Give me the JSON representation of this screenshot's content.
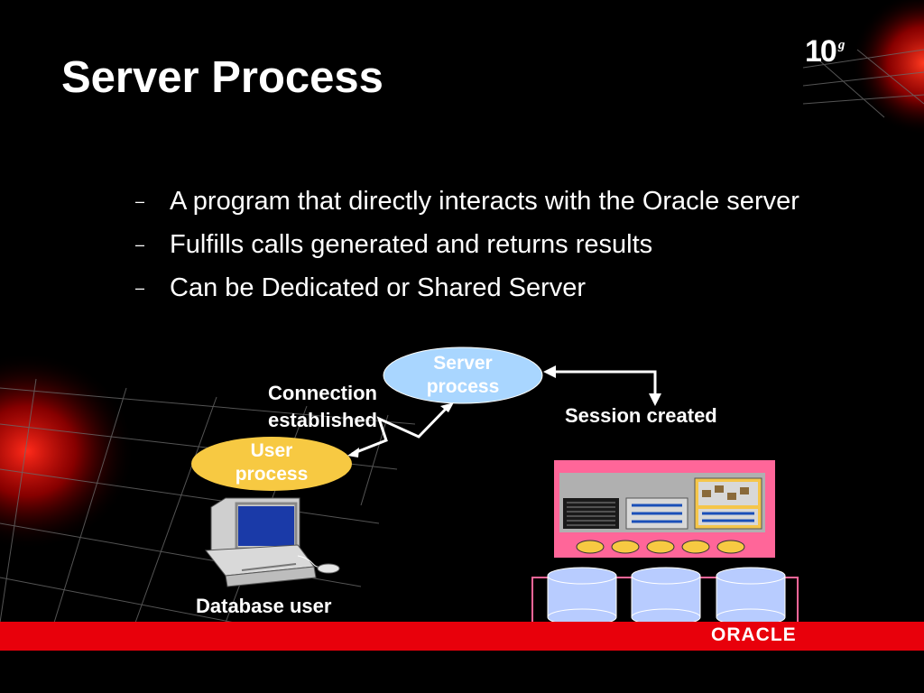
{
  "slide": {
    "title": "Server Process",
    "brand_version": "10",
    "brand_superscript": "g",
    "bullets": [
      "A program that directly interacts with the Oracle server",
      "Fulfills calls generated and returns results",
      "Can be Dedicated or Shared Server"
    ],
    "bullet_marker": "–"
  },
  "diagram": {
    "server_process": "Server process",
    "user_process": "User process",
    "connection_label": "Connection established",
    "session_label": "Session created",
    "database_user_label": "Database user"
  },
  "footer": {
    "brand": "ORACLE"
  },
  "colors": {
    "server_ellipse": "#a9d6ff",
    "user_ellipse": "#f7c942",
    "footer": "#e8000b",
    "instance_frame": "#ff6699"
  }
}
